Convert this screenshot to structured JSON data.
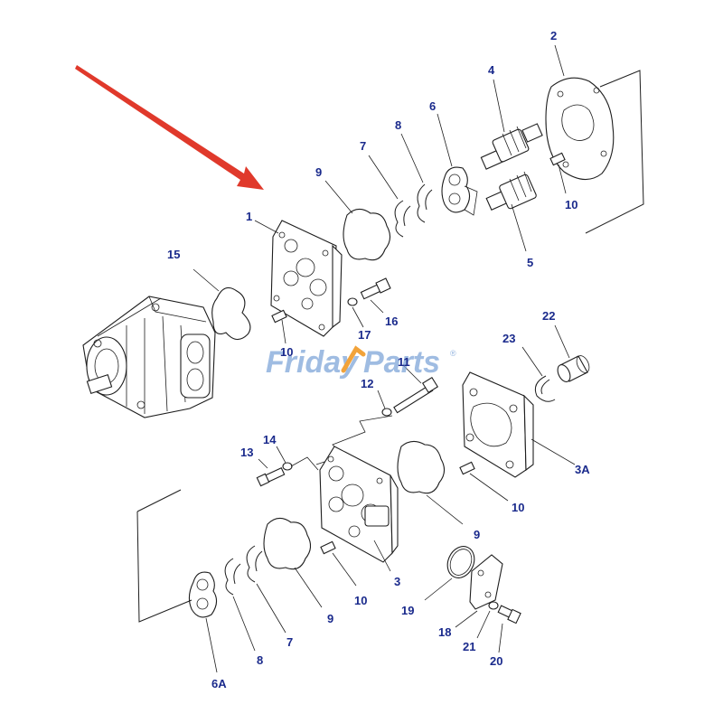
{
  "watermark": {
    "part_1": "Friday",
    "part_2": "Parts",
    "registered": "®",
    "accent_color": "#f2a33a",
    "text_color": "#7fa6d9"
  },
  "pointer_color": "#e0392b",
  "label_color": "#1a2a8c",
  "labels": {
    "l1": "1",
    "l2": "2",
    "l3": "3",
    "l3a": "3A",
    "l4": "4",
    "l5": "5",
    "l6": "6",
    "l6a": "6A",
    "l7_top": "7",
    "l7_bot": "7",
    "l8_top": "8",
    "l8_bot": "8",
    "l9_top": "9",
    "l9_mid": "9",
    "l9_bot": "9",
    "l10_top": "10",
    "l10_mid": "10",
    "l10_right": "10",
    "l10_bot": "10",
    "l11": "11",
    "l12": "12",
    "l13": "13",
    "l14": "14",
    "l15": "15",
    "l16": "16",
    "l17": "17",
    "l18": "18",
    "l19": "19",
    "l20": "20",
    "l21": "21",
    "l22": "22",
    "l23": "23"
  }
}
